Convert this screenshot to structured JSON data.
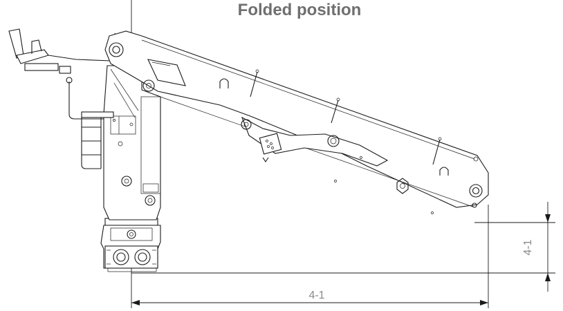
{
  "title": "Folded position",
  "dimensions": {
    "height_label": "4-1",
    "length_label": "4-1"
  },
  "colors": {
    "title": "#6f6f6f",
    "lines": "#1a1a1a",
    "dimension_text": "#8a8a8a",
    "background": "#ffffff"
  }
}
